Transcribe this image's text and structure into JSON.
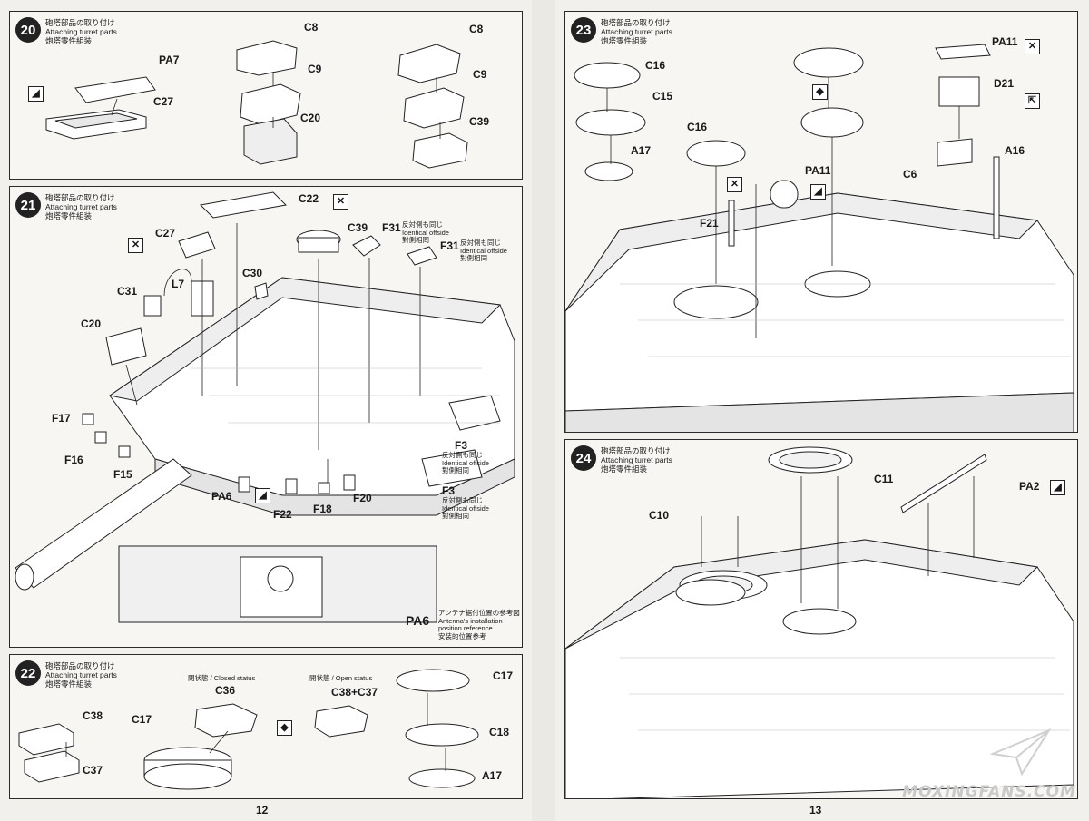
{
  "pages": {
    "left": "12",
    "right": "13"
  },
  "watermark": "MOXINGFANS.COM",
  "steps": [
    {
      "num": "20",
      "jp": "砲塔部品の取り付け",
      "en": "Attaching turret parts",
      "cn": "炮塔零件組装",
      "labels": [
        "C8",
        "C9",
        "C20",
        "PA7",
        "C27",
        "C8",
        "C9",
        "C39"
      ]
    },
    {
      "num": "21",
      "jp": "砲塔部品の取り付け",
      "en": "Attaching turret parts",
      "cn": "炮塔零件組装",
      "labels": [
        "C22",
        "C39",
        "F31",
        "F31",
        "C27",
        "L7",
        "C30",
        "C31",
        "C20",
        "F17",
        "F16",
        "F15",
        "PA6",
        "F22",
        "F18",
        "F20",
        "F3",
        "F3",
        "PA6"
      ],
      "notes": {
        "identical1_jp": "反対側も同じ",
        "identical1_en": "Identical offside",
        "identical1_cn": "對側相同",
        "antenna_jp": "アンテナ据付位置の参考図",
        "antenna_en": "Antenna's installation",
        "antenna_en2": "position reference",
        "antenna_cn": "安装的位置参考"
      }
    },
    {
      "num": "22",
      "jp": "砲塔部品の取り付け",
      "en": "Attaching turret parts",
      "cn": "炮塔零件組装",
      "closed": "閉状態 / Closed status",
      "open": "開状態 / Open status",
      "labels": [
        "C36",
        "C38+C37",
        "C38",
        "C37",
        "C17",
        "C17",
        "C18",
        "A17"
      ]
    },
    {
      "num": "23",
      "jp": "砲塔部品の取り付け",
      "en": "Attaching turret parts",
      "cn": "炮塔零件組装",
      "labels": [
        "C16",
        "C15",
        "A17",
        "C16",
        "PA11",
        "PA11",
        "D21",
        "A16",
        "C6",
        "F21"
      ]
    },
    {
      "num": "24",
      "jp": "砲塔部品の取り付け",
      "en": "Attaching turret parts",
      "cn": "炮塔零件組装",
      "labels": [
        "C11",
        "C10",
        "PA2"
      ]
    }
  ],
  "icons": {
    "paint": "paint-drop-icon",
    "cut": "cut-mark-icon",
    "option": "option-diamond-icon",
    "mirror": "mirror-flip-icon"
  }
}
